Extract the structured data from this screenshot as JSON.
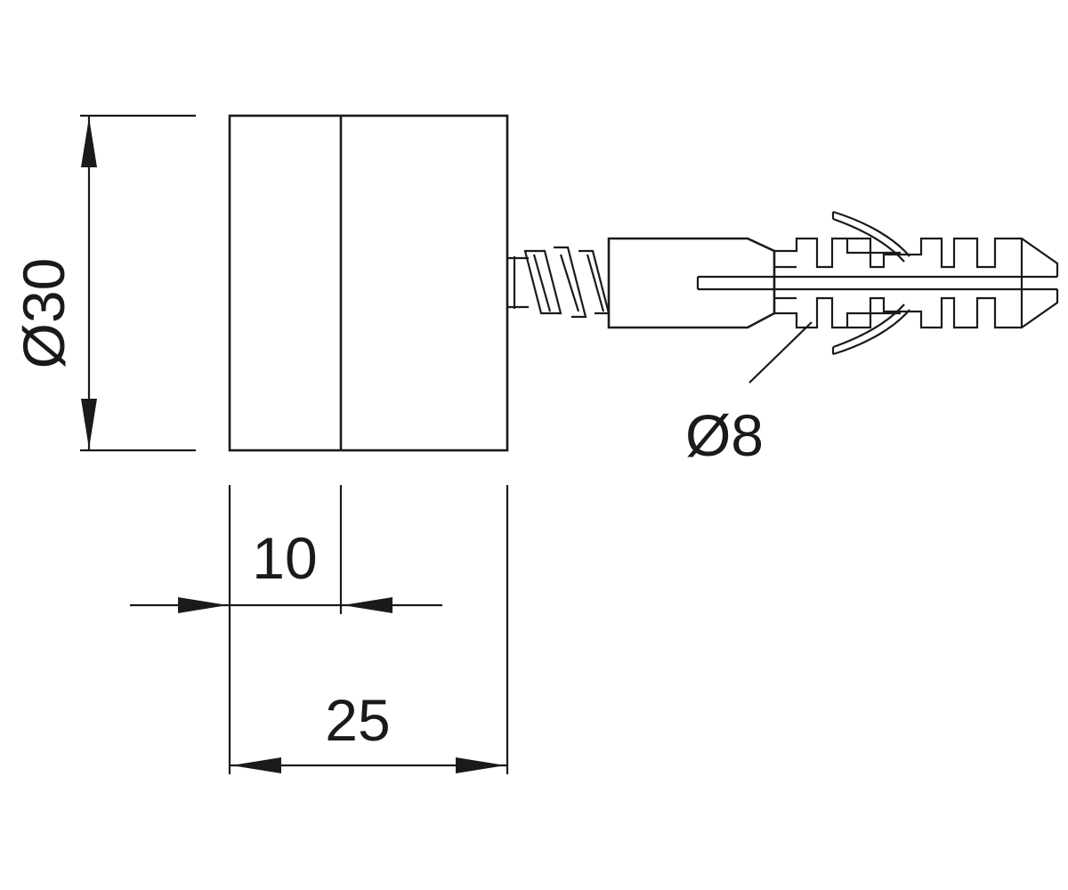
{
  "diagram": {
    "dimensions": {
      "diameter_body": "Ø30",
      "diameter_dowel": "Ø8",
      "width_partial": "10",
      "width_total": "25"
    }
  }
}
